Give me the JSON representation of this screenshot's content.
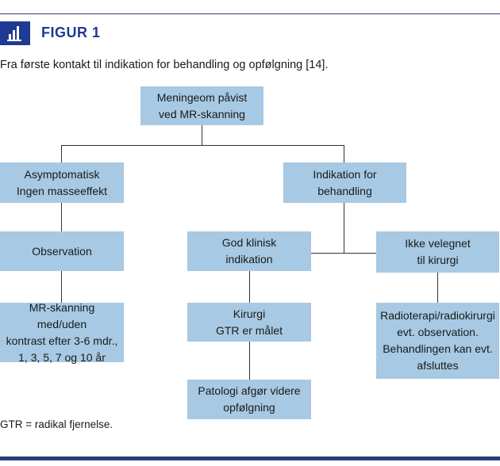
{
  "header": {
    "icon": "bar-chart-icon",
    "title": "FIGUR 1"
  },
  "caption": "Fra første kontakt til indikation for behandling og opfølgning [14].",
  "nodes": {
    "root": "Meningeom påvist\nved MR-skanning",
    "asymptomatic": "Asymptomatisk\nIngen masseeffekt",
    "indication": "Indikation for\nbehandling",
    "observation": "Observation",
    "good_clinical": "God klinisk\nindikation",
    "not_suitable": "Ikke velegnet\ntil kirurgi",
    "mr_followup": "MR-skanning med/uden\nkontrast efter 3-6 mdr.,\n1, 3, 5, 7 og 10 år",
    "surgery": "Kirurgi\nGTR er målet",
    "radiotherapy": "Radioterapi/radiokirurgi\nevt. observation.\nBehandlingen kan evt.\nafsluttes",
    "pathology": "Patologi afgør videre\nopfølgning"
  },
  "footnote": "GTR = radikal fjernelse.",
  "colors": {
    "accent": "#1f3a93",
    "box_fill": "#a7c9e3",
    "rule": "#2b3f76"
  }
}
